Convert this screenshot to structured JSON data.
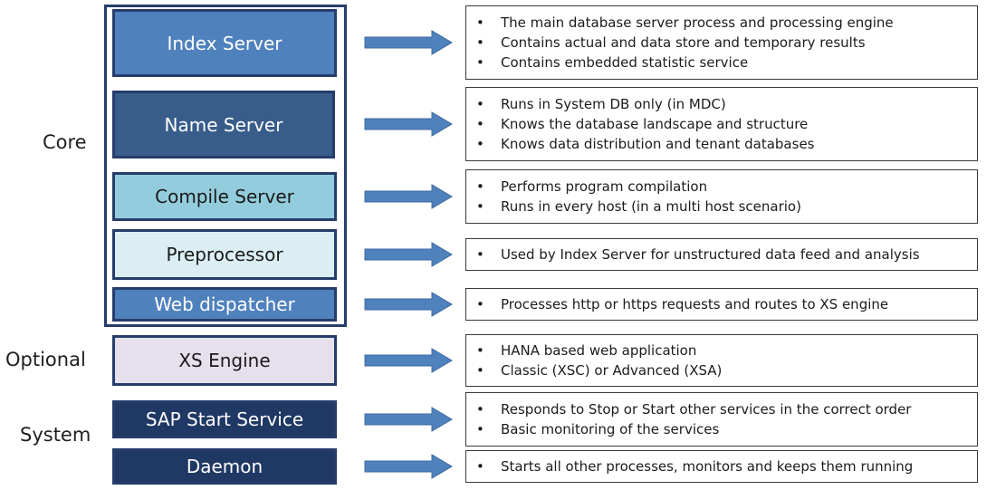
{
  "groups": {
    "core": "Core",
    "optional": "Optional",
    "system": "System"
  },
  "components": [
    {
      "label": "Index Server",
      "fill": "#4f81bd",
      "text_color": "#ffffff",
      "points": [
        "The main database server process and processing engine",
        "Contains actual and data store and temporary results",
        "Contains embedded statistic service"
      ]
    },
    {
      "label": "Name Server",
      "fill": "#385d8a",
      "text_color": "#ffffff",
      "points": [
        "Runs in System DB only (in MDC)",
        "Knows the database landscape and structure",
        "Knows data distribution and tenant databases"
      ]
    },
    {
      "label": "Compile Server",
      "fill": "#93cddd",
      "text_color": "#1a1a1a",
      "points": [
        "Performs program compilation",
        "Runs in every host (in a multi host scenario)"
      ]
    },
    {
      "label": "Preprocessor",
      "fill": "#dbeef4",
      "text_color": "#1a1a1a",
      "points": [
        "Used by Index Server for unstructured data feed and analysis"
      ]
    },
    {
      "label": "Web dispatcher",
      "fill": "#4f81bd",
      "text_color": "#ffffff",
      "points": [
        "Processes http or https requests and routes to XS engine"
      ]
    },
    {
      "label": "XS Engine",
      "fill": "#e6e0ec",
      "text_color": "#1a1a1a",
      "points": [
        "HANA based web application",
        "Classic (XSC) or Advanced (XSA)"
      ]
    },
    {
      "label": "SAP Start Service",
      "fill": "#1f3864",
      "text_color": "#ffffff",
      "points": [
        "Responds to Stop or Start other services in the correct order",
        "Basic monitoring of the services"
      ]
    },
    {
      "label": "Daemon",
      "fill": "#1f3864",
      "text_color": "#ffffff",
      "points": [
        "Starts all other processes, monitors and keeps them running"
      ]
    }
  ],
  "colors": {
    "arrow": "#4f81bd",
    "box_border": "#263d6b",
    "core_frame": "#263d6b"
  }
}
